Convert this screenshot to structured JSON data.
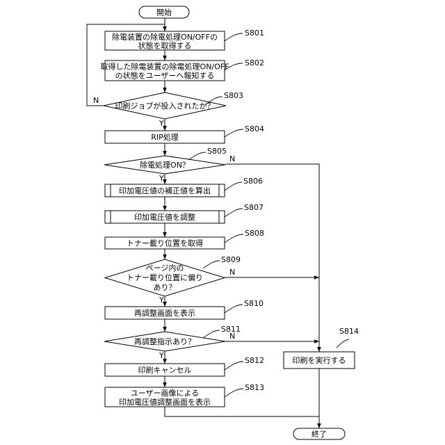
{
  "nodes": {
    "start": "開始",
    "s801": [
      "除電装置の除電処理ON/OFFの",
      "状態を取得する"
    ],
    "s802": [
      "取得した除電装置の除電処理ON/OFF",
      "の状態をユーザーへ報知する"
    ],
    "s803": "印刷ジョブが投入されたか？",
    "s804": "RIP処理",
    "s805": "除電処理ON？",
    "s806": "印加電圧値の補正値を算出",
    "s807": "印加電圧値を調整",
    "s808": "トナー載り位置を取得",
    "s809": [
      "ページ内の",
      "トナー載り位置に偏り",
      "あり？"
    ],
    "s810": "再調整画面を表示",
    "s811": "再調整指示あり？",
    "s812": "印刷キャンセル",
    "s813": [
      "ユーザー画像による",
      "印加電圧値調整画面を表示"
    ],
    "s814": "印刷を実行する",
    "end": "終了"
  },
  "step_labels": {
    "s801": "S801",
    "s802": "S802",
    "s803": "S803",
    "s804": "S804",
    "s805": "S805",
    "s806": "S806",
    "s807": "S807",
    "s808": "S808",
    "s809": "S809",
    "s810": "S810",
    "s811": "S811",
    "s812": "S812",
    "s813": "S813",
    "s814": "S814"
  },
  "branch_labels": {
    "s803_no": "N",
    "s803_yes": "Y",
    "s805_no": "N",
    "s805_yes": "Y",
    "s809_no": "N",
    "s809_yes": "Y",
    "s811_no": "N",
    "s811_yes": "Y"
  }
}
